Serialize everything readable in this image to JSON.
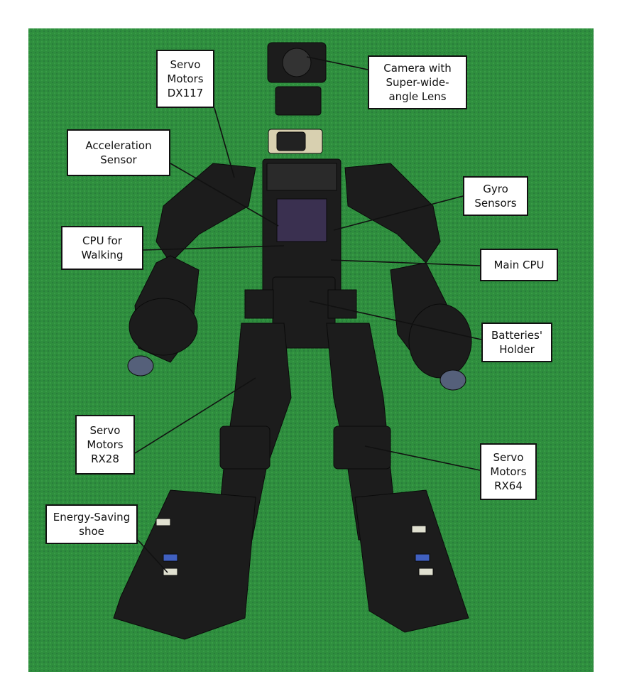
{
  "figure": {
    "background_color": "#2e8c3c",
    "robot_color": "#1a1a1a",
    "labels": {
      "servo_dx117": "Servo\nMotors\nDX117",
      "camera": "Camera with\nSuper-wide-\nangle Lens",
      "acceleration": "Acceleration\nSensor",
      "gyro": "Gyro\nSensors",
      "cpu_walking": "CPU for\nWalking",
      "main_cpu": "Main CPU",
      "batteries": "Batteries'\nHolder",
      "servo_rx28": "Servo\nMotors\nRX28",
      "servo_rx64": "Servo\nMotors\nRX64",
      "shoe": "Energy-Saving\nshoe"
    }
  }
}
